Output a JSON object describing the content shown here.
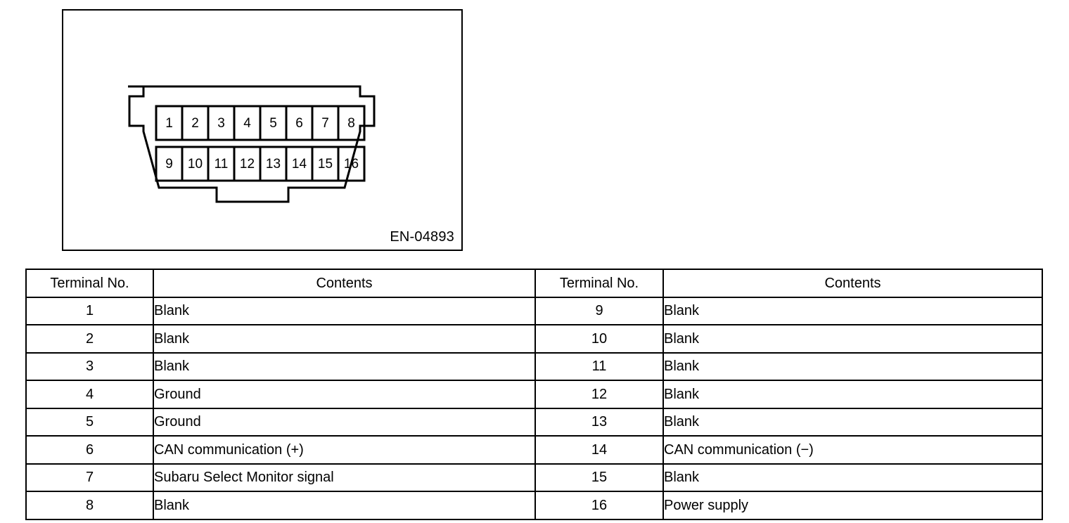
{
  "figure": {
    "code": "EN-04893",
    "connector_name": "data-link-connector",
    "pins_top": [
      "1",
      "2",
      "3",
      "4",
      "5",
      "6",
      "7",
      "8"
    ],
    "pins_bottom": [
      "9",
      "10",
      "11",
      "12",
      "13",
      "14",
      "15",
      "16"
    ]
  },
  "table": {
    "headers": {
      "terminal_left": "Terminal No.",
      "contents_left": "Contents",
      "terminal_right": "Terminal No.",
      "contents_right": "Contents"
    },
    "rows": [
      {
        "term_l": "1",
        "cont_l": "Blank",
        "term_r": "9",
        "cont_r": "Blank"
      },
      {
        "term_l": "2",
        "cont_l": "Blank",
        "term_r": "10",
        "cont_r": "Blank"
      },
      {
        "term_l": "3",
        "cont_l": "Blank",
        "term_r": "11",
        "cont_r": "Blank"
      },
      {
        "term_l": "4",
        "cont_l": "Ground",
        "term_r": "12",
        "cont_r": "Blank"
      },
      {
        "term_l": "5",
        "cont_l": "Ground",
        "term_r": "13",
        "cont_r": "Blank"
      },
      {
        "term_l": "6",
        "cont_l": "CAN communication (+)",
        "term_r": "14",
        "cont_r": "CAN communication (−)"
      },
      {
        "term_l": "7",
        "cont_l": "Subaru Select Monitor signal",
        "term_r": "15",
        "cont_r": "Blank"
      },
      {
        "term_l": "8",
        "cont_l": "Blank",
        "term_r": "16",
        "cont_r": "Power supply"
      }
    ]
  },
  "colors": {
    "line": "#000000",
    "background": "#ffffff"
  }
}
